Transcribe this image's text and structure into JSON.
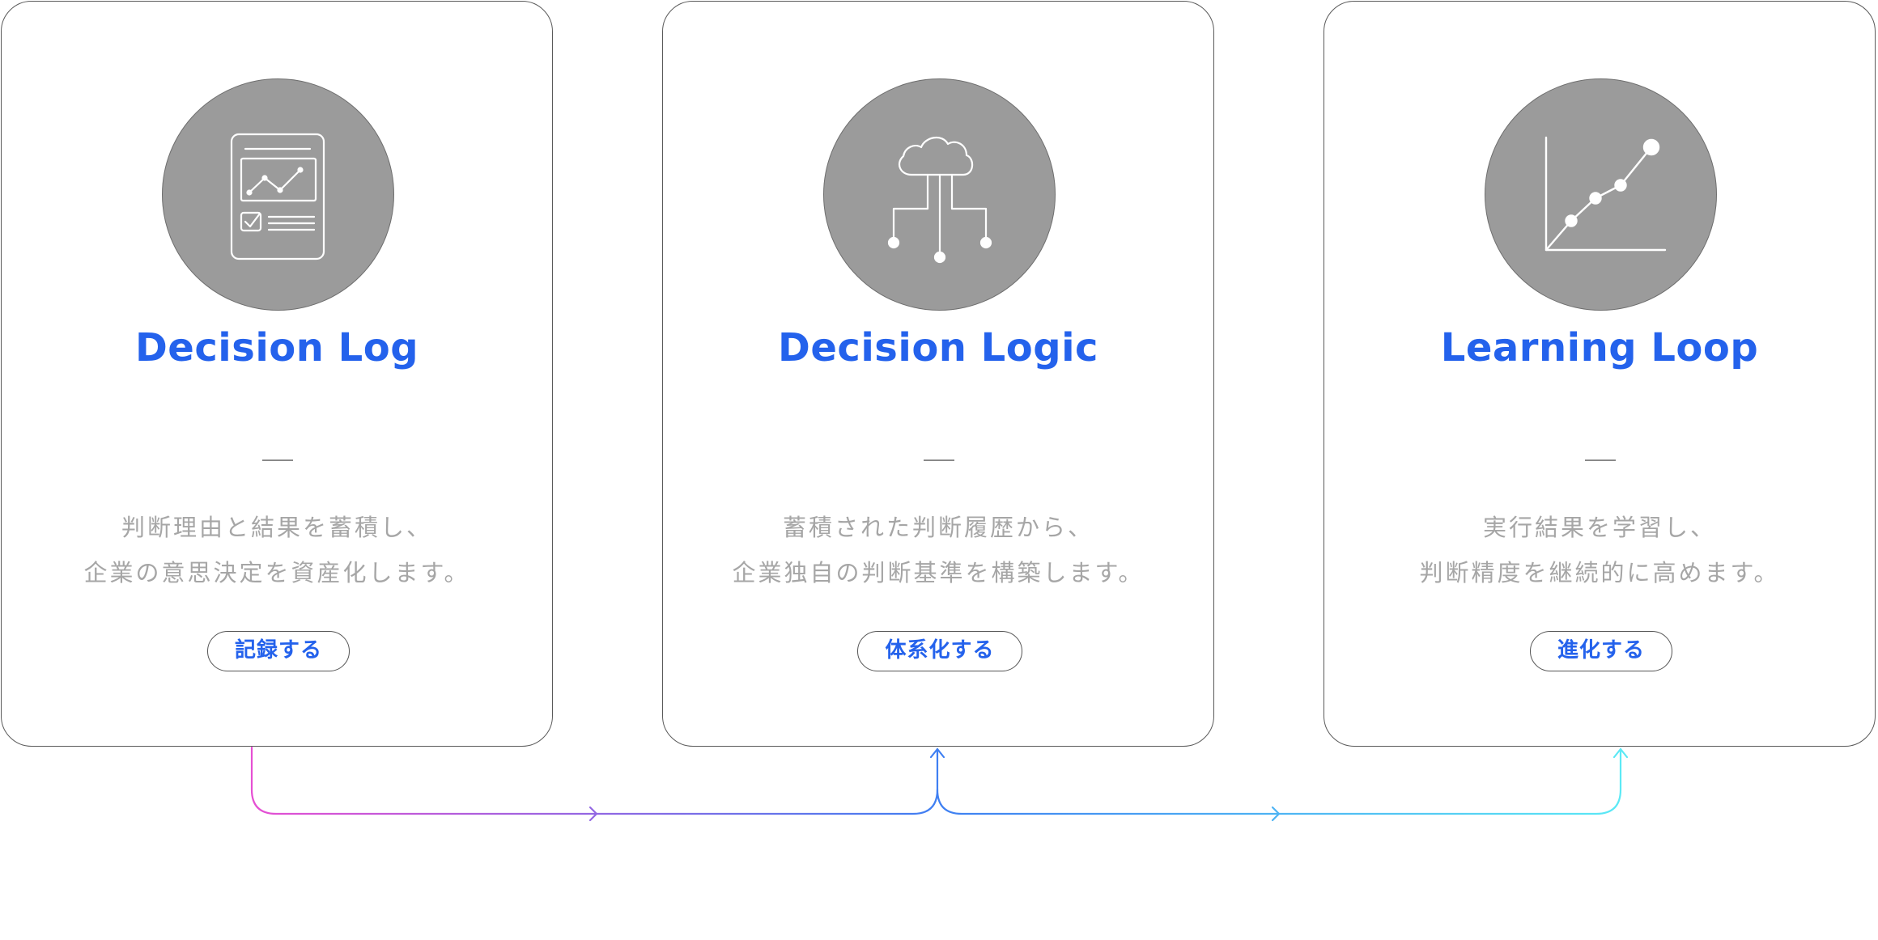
{
  "cards": [
    {
      "title": "Decision Log",
      "icon": "report-chart-icon",
      "desc_line1": "判断理由と結果を蓄積し、",
      "desc_line2": "企業の意思決定を資産化します。",
      "button_label": "記録する"
    },
    {
      "title": "Decision Logic",
      "icon": "cloud-network-icon",
      "desc_line1": "蓄積された判断履歴から、",
      "desc_line2": "企業独自の判断基準を構築します。",
      "button_label": "体系化する"
    },
    {
      "title": "Learning Loop",
      "icon": "growth-chart-icon",
      "desc_line1": "実行結果を学習し、",
      "desc_line2": "判断精度を継続的に高めます。",
      "button_label": "進化する"
    }
  ],
  "colors": {
    "accent": "#2462ec",
    "icon_bg": "#9b9b9b",
    "desc_text": "#a6a6a6",
    "flow_start": "#e64fd3",
    "flow_mid": "#3f7ff2",
    "flow_end": "#5ce9f5"
  }
}
